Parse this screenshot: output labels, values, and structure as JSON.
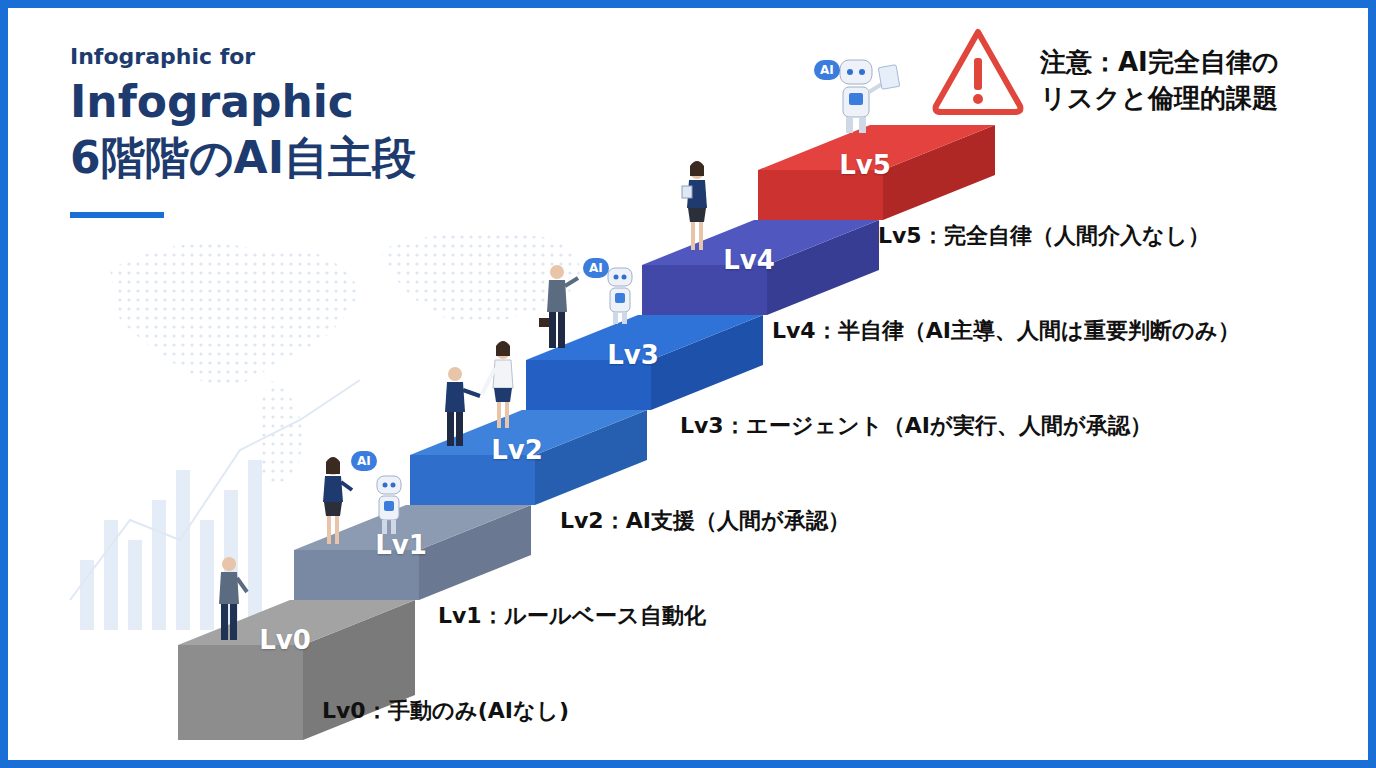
{
  "diagram": {
    "title": "Infographic 6階階のAI自主段",
    "nodes": [
      {
        "text": [
          "Lv0"
        ]
      },
      {
        "text": [
          "Lv1"
        ]
      },
      {
        "text": [
          "Lv2"
        ]
      },
      {
        "text": [
          "Lv3"
        ]
      },
      {
        "text": [
          "Lv4"
        ]
      },
      {
        "text": [
          "Lv5"
        ]
      }
    ],
    "edges": [],
    "labels": [
      "Infographic for",
      "注意：AI完全自律の リスクと倫理的課題",
      "Lv0：手動のみ(AIなし)",
      "Lv1：ルールベース自動化",
      "Lv2：AI支援（人間が承認）",
      "Lv3：エージェント（AIが実行、人間が承認）",
      "Lv4：半自律（AI主導、人間は重要判断のみ）",
      "Lv5：完全自律（人間介入なし）",
      "AI",
      "AI",
      "AI"
    ]
  }
}
